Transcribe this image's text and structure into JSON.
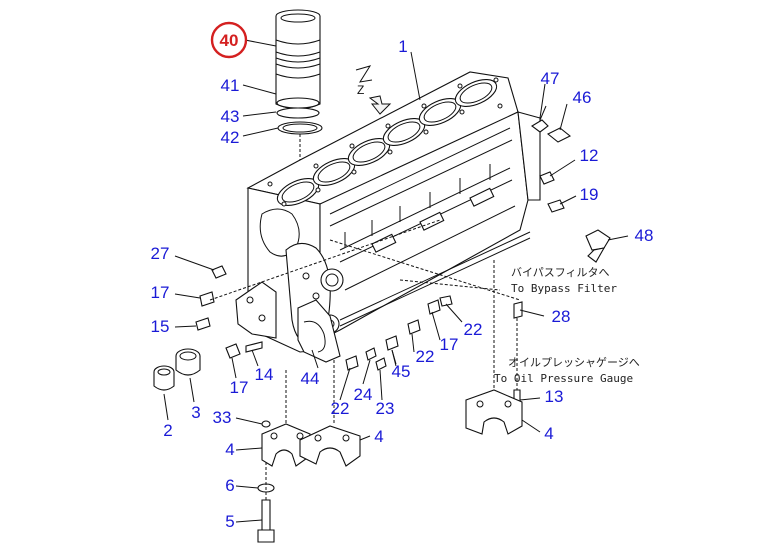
{
  "callouts": [
    {
      "id": "c40",
      "text": "40",
      "highlight": true
    },
    {
      "id": "c1",
      "text": "1"
    },
    {
      "id": "c41",
      "text": "41"
    },
    {
      "id": "c43",
      "text": "43"
    },
    {
      "id": "c42",
      "text": "42"
    },
    {
      "id": "c47",
      "text": "47"
    },
    {
      "id": "c46",
      "text": "46"
    },
    {
      "id": "c12",
      "text": "12"
    },
    {
      "id": "c19",
      "text": "19"
    },
    {
      "id": "c48",
      "text": "48"
    },
    {
      "id": "c27",
      "text": "27"
    },
    {
      "id": "c17a",
      "text": "17"
    },
    {
      "id": "c15",
      "text": "15"
    },
    {
      "id": "c28",
      "text": "28"
    },
    {
      "id": "c22a",
      "text": "22"
    },
    {
      "id": "c17b",
      "text": "17"
    },
    {
      "id": "c22b",
      "text": "22"
    },
    {
      "id": "c45",
      "text": "45"
    },
    {
      "id": "c44",
      "text": "44"
    },
    {
      "id": "c24",
      "text": "24"
    },
    {
      "id": "c14",
      "text": "14"
    },
    {
      "id": "c17c",
      "text": "17"
    },
    {
      "id": "c22c",
      "text": "22"
    },
    {
      "id": "c23",
      "text": "23"
    },
    {
      "id": "c2",
      "text": "2"
    },
    {
      "id": "c3",
      "text": "3"
    },
    {
      "id": "c33",
      "text": "33"
    },
    {
      "id": "c13",
      "text": "13"
    },
    {
      "id": "c4a",
      "text": "4"
    },
    {
      "id": "c4b",
      "text": "4"
    },
    {
      "id": "c4c",
      "text": "4"
    },
    {
      "id": "c6",
      "text": "6"
    },
    {
      "id": "c5",
      "text": "5"
    }
  ],
  "notes": {
    "bypass_jp": "バイパスフィルタへ",
    "bypass_en": "To Bypass Filter",
    "oil_jp": "オイルプレッシャゲージへ",
    "oil_en": "To Oil Pressure Gauge",
    "view_z": "Z"
  },
  "colors": {
    "callout": "#1a1ad6",
    "highlight_ring": "#d42020",
    "line": "#111111"
  }
}
